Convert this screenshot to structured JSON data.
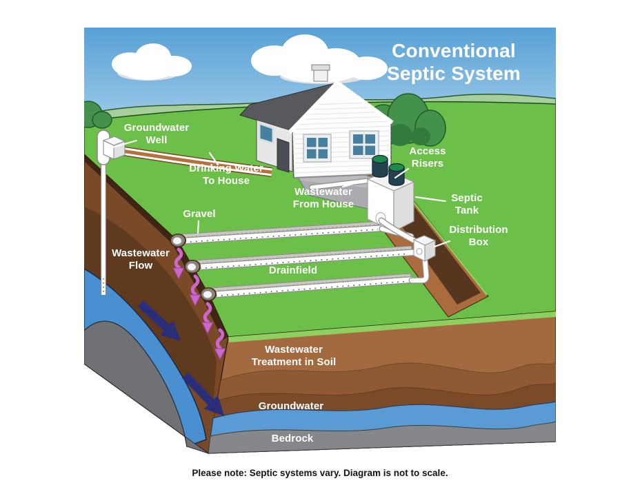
{
  "title": {
    "text": "Conventional\nSeptic System"
  },
  "caption": "Please note: Septic systems vary. Diagram is not to scale.",
  "labels": {
    "groundwater_well": "Groundwater\nWell",
    "drinking_water": "Drinking Water\nTo House",
    "access_risers": "Access\nRisers",
    "wastewater_from_house": "Wastewater\nFrom House",
    "septic_tank": "Septic\nTank",
    "distribution_box": "Distribution\nBox",
    "gravel": "Gravel",
    "wastewater_flow": "Wastewater\nFlow",
    "drainfield": "Drainfield",
    "wastewater_treatment": "Wastewater\nTreatment in Soil",
    "groundwater": "Groundwater",
    "bedrock": "Bedrock"
  },
  "colors": {
    "sky": "#57a0d5",
    "sky_light": "#a9d2ec",
    "hills": "#a7cf9b",
    "grass": "#6cbf48",
    "bush_green": "#43914a",
    "soil_light": "#a36a40",
    "soil_mid": "#8f5a33",
    "soil_dark": "#7b4a28",
    "cut_soil": "#7a4a28",
    "trench": "#aa6c3e",
    "groundwater_band": "#5b9bd5",
    "stream": "#4a8fd0",
    "bedrock": "#85878a",
    "roof_gray": "#58595c",
    "window_blue": "#47809e",
    "riser_body": "#24414f",
    "riser_top_green": "#1d8a4c",
    "wastewater_arrow_pink": "#cc68cc",
    "flow_arrow_navy": "#2a2d78",
    "label_text": "#ffffff",
    "caption_text": "#121212"
  }
}
